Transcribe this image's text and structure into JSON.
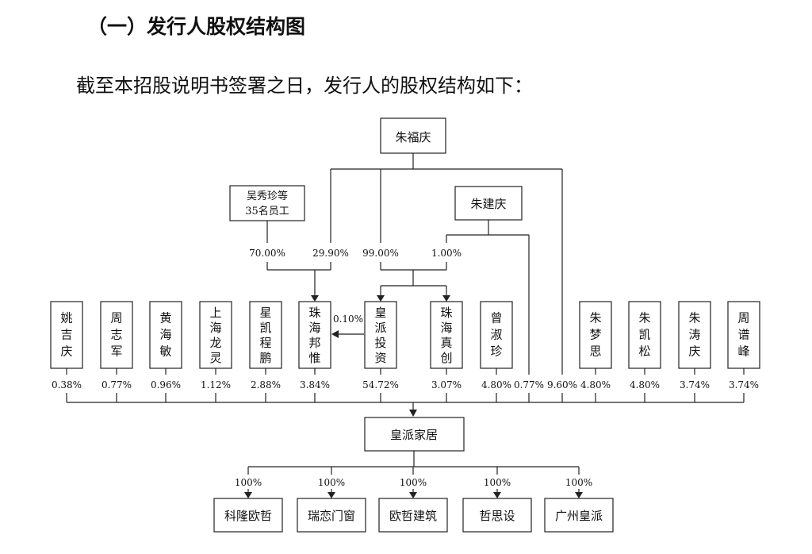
{
  "heading": "（一）发行人股权结构图",
  "intro": "截至本招股说明书签署之日，发行人的股权结构如下：",
  "top_owner": "朱福庆",
  "employees": [
    "吴秀珍等",
    "35名员工"
  ],
  "second_owner": "朱建庆",
  "pcts_upper": {
    "employees_to_banghai": "70.00%",
    "zhu_to_banghai": "29.90%",
    "zhu_to_invest": "99.00%",
    "jian_to_invest": "1.00%",
    "banghai_to_invest": "0.10%"
  },
  "shareholders": [
    {
      "name": [
        "姚",
        "吉",
        "庆"
      ],
      "pct": "0.38%"
    },
    {
      "name": [
        "周",
        "志",
        "军"
      ],
      "pct": "0.77%"
    },
    {
      "name": [
        "黄",
        "海",
        "敏"
      ],
      "pct": "0.96%"
    },
    {
      "name": [
        "上",
        "海",
        "龙",
        "灵"
      ],
      "pct": "1.12%"
    },
    {
      "name": [
        "星",
        "凯",
        "程",
        "鹏"
      ],
      "pct": "2.88%"
    },
    {
      "name": [
        "珠",
        "海",
        "邦",
        "惟"
      ],
      "pct": "3.84%"
    },
    {
      "name": [
        "皇",
        "派",
        "投",
        "资"
      ],
      "pct": "54.72%"
    },
    {
      "name": [
        "珠",
        "海",
        "真",
        "创"
      ],
      "pct": "3.07%"
    },
    {
      "name": [
        "曾",
        "淑",
        "珍"
      ],
      "pct": "4.80%"
    },
    {
      "name": [
        "朱",
        "梦",
        "思"
      ],
      "pct": "4.80%"
    },
    {
      "name": [
        "朱",
        "凯",
        "松"
      ],
      "pct": "4.80%"
    },
    {
      "name": [
        "朱",
        "涛",
        "庆"
      ],
      "pct": "3.74%"
    },
    {
      "name": [
        "周",
        "谱",
        "峰"
      ],
      "pct": "3.74%"
    }
  ],
  "direct_pcts": {
    "zhu_jianqing": "0.77%",
    "zhu_fuqing": "9.60%"
  },
  "issuer": "皇派家居",
  "subsidiaries": [
    {
      "name": "科隆欧哲",
      "pct": "100%"
    },
    {
      "name": "瑞恋门窗",
      "pct": "100%"
    },
    {
      "name": "欧哲建筑",
      "pct": "100%"
    },
    {
      "name": "哲思设",
      "pct": "100%"
    },
    {
      "name": "广州皇派",
      "pct": "100%"
    }
  ]
}
